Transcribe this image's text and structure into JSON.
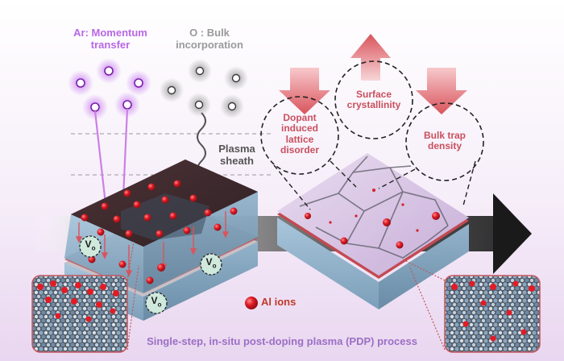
{
  "labels": {
    "ar_line1": "Ar: Momentum",
    "ar_line2": "transfer",
    "o_line1": "O : Bulk",
    "o_line2": "incorporation",
    "plasma_line1": "Plasma",
    "plasma_line2": "sheath",
    "dopant_line1": "Dopant",
    "dopant_line2": "induced",
    "dopant_line3": "lattice",
    "dopant_line4": "disorder",
    "surface_line1": "Surface",
    "surface_line2": "crystallinity",
    "bulk_line1": "Bulk trap",
    "bulk_line2": "density",
    "vo": "V",
    "vo_sub": "o",
    "al_ions": "Al ions",
    "footer": "Single-step, in-situ post-doping plasma (PDP) process"
  },
  "colors": {
    "argon": "#b65de8",
    "oxygen": "#9e9e9e",
    "aluminum": "#d81e28",
    "text_pink": "#c9505e",
    "footer_purple": "#9b6fc4",
    "vacancy_green": "#cfe9dc",
    "substrate_blue": "#8fb1c9"
  }
}
